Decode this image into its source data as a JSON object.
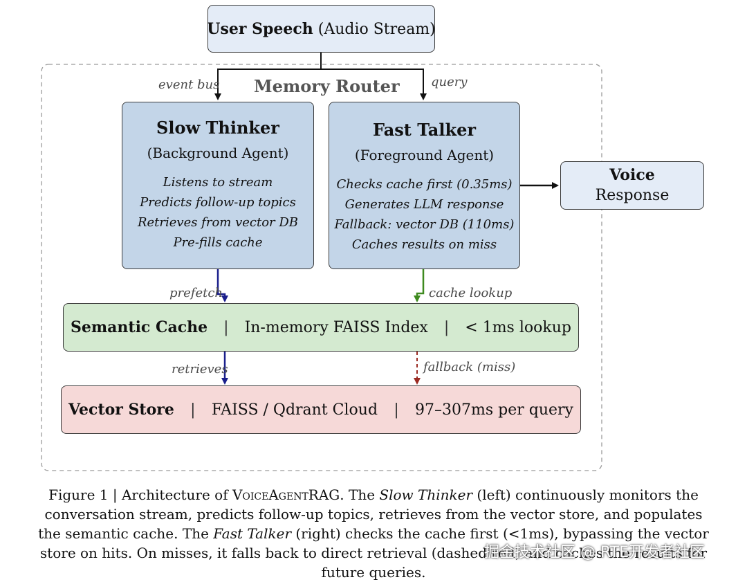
{
  "input": {
    "bold": "User Speech",
    "rest": " (Audio Stream)"
  },
  "router": {
    "title": "Memory Router"
  },
  "edges": {
    "event_bus": "event bus",
    "query": "query",
    "prefetch": "prefetch",
    "cache_lookup": "cache lookup",
    "retrieves": "retrieves",
    "fallback": "fallback (miss)"
  },
  "slow_thinker": {
    "title": "Slow Thinker",
    "subtitle": "(Background Agent)",
    "items": [
      "Listens to stream",
      "Predicts follow-up topics",
      "Retrieves from vector DB",
      "Pre-fills cache"
    ]
  },
  "fast_talker": {
    "title": "Fast Talker",
    "subtitle": "(Foreground Agent)",
    "items": [
      "Checks cache first (0.35ms)",
      "Generates LLM response",
      "Fallback: vector DB (110ms)",
      "Caches results on miss"
    ]
  },
  "output": {
    "line1": "Voice",
    "line2": "Response"
  },
  "semantic_cache": {
    "name": "Semantic Cache",
    "separator": "|",
    "detail": "In-memory FAISS Index",
    "latency": "< 1ms lookup"
  },
  "vector_store": {
    "name": "Vector Store",
    "separator": "|",
    "detail": "FAISS / Qdrant Cloud",
    "latency": "97–307ms per query"
  },
  "caption": {
    "p1": "Figure 1 | Architecture of ",
    "sc": "VoiceAgentRAG",
    "p2": ". The ",
    "em1": "Slow Thinker",
    "p3": " (left) continuously monitors the conversation stream, predicts follow-up topics, retrieves from the vector store, and populates the semantic cache. The ",
    "em2": "Fast Talker",
    "p4": " (right) checks the cache first (<1ms), bypassing the vector store on hits. On misses, it falls back to direct retrieval (dashed red) and caches the results for future queries."
  },
  "watermark": "掘金技术社区 @ RTE开发者社区",
  "colors": {
    "input_fill": "#e4ecf7",
    "agent_fill": "#c3d5e8",
    "cache_fill": "#d4ead0",
    "store_fill": "#f6d9d8",
    "prefetch_arrow": "#1a1f8c",
    "lookup_arrow": "#3e8a1f",
    "fallback_arrow": "#9b2a22"
  }
}
